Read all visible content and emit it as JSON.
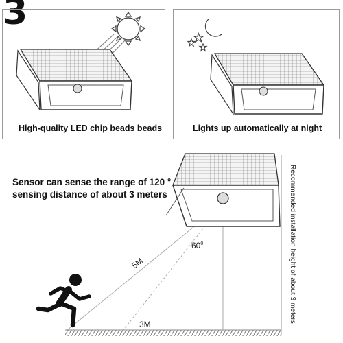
{
  "step": {
    "number": "3"
  },
  "panels": [
    {
      "caption": "High-quality LED chip beads beads",
      "icon": "sun-icon"
    },
    {
      "caption": "Lights up automatically at night",
      "icon": "moon-stars-icon"
    }
  ],
  "sensor": {
    "line1": "Sensor can sense the range of 120 °",
    "line2": "sensing distance of about 3 meters",
    "angle_label": "60",
    "angle_sup": "0",
    "diagonal_label": "5M",
    "ground_label": "3M",
    "height_label": "Recommended installation height of about 3 meters"
  }
}
